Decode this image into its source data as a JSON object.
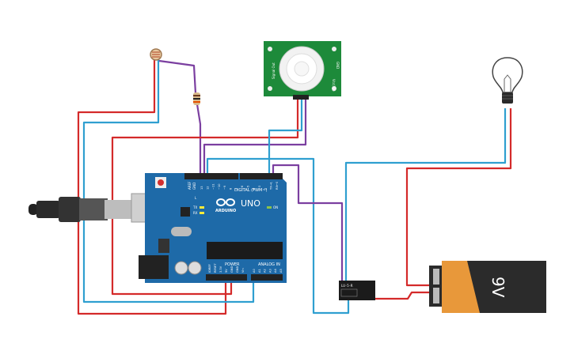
{
  "colors": {
    "wire_red": "#d42a2a",
    "wire_blue": "#2f9fd0",
    "wire_purple": "#7b3fa0",
    "board_blue": "#1e6aa8",
    "board_dark": "#17588f",
    "pir_green": "#1d8a3a",
    "battery_black": "#2b2b2b",
    "battery_orange": "#e8983a"
  },
  "arduino": {
    "brand": "ARDUINO",
    "model": "UNO",
    "digital_label": "DIGITAL (PWM~)",
    "analog_label": "ANALOG IN",
    "power_label": "POWER",
    "aref": "AREF",
    "gnd": "GND",
    "tx": "TX",
    "rx": "RX",
    "l": "L",
    "on": "ON",
    "digital_pins": [
      "13",
      "12",
      "~11",
      "~10",
      "~9",
      "8",
      "7",
      "~6",
      "~5",
      "4",
      "~3",
      "2",
      "TX→1",
      "RX←0"
    ],
    "power_pins": [
      "IOREF",
      "RESET",
      "3.3V",
      "5V",
      "GND",
      "GND",
      "Vin"
    ],
    "analog_pins": [
      "A0",
      "A1",
      "A2",
      "A3",
      "A4",
      "A5"
    ]
  },
  "battery": {
    "label": "9V"
  },
  "relay": {
    "label": "LU-5-R"
  },
  "pir": {
    "label_left": "Signal Out",
    "label_right": "GND",
    "label_top": "Vcc(5V)"
  }
}
